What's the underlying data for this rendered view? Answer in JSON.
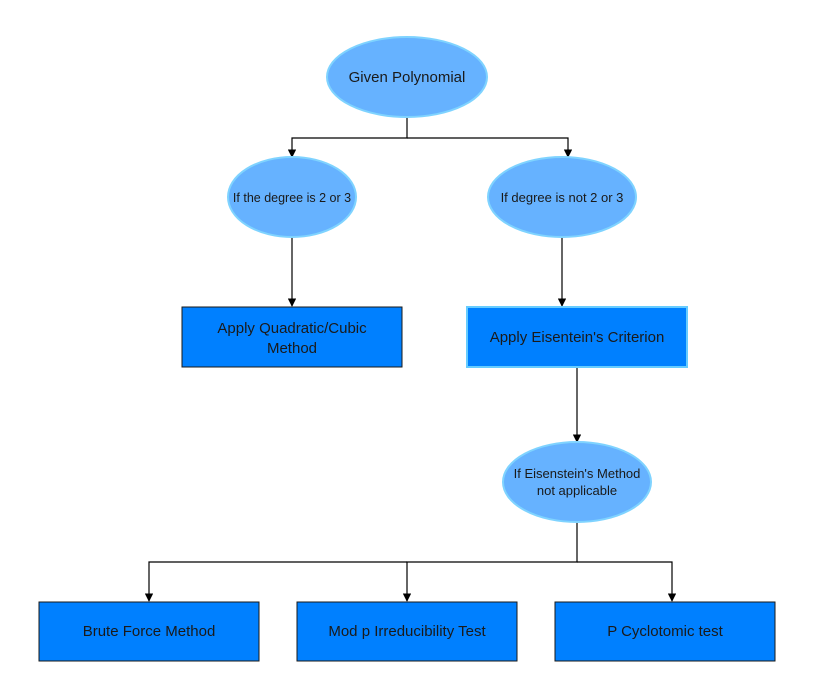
{
  "diagram": {
    "nodes": {
      "root": {
        "label": "Given Polynomial"
      },
      "deg23": {
        "label": "If the degree is 2 or 3"
      },
      "degnot": {
        "label": "If degree is not 2 or 3"
      },
      "quadcubic": {
        "label_line1": "Apply Quadratic/Cubic",
        "label_line2": "Method"
      },
      "eisenstein": {
        "label": "Apply Eisentein's Criterion"
      },
      "notapplicable": {
        "label_line1": "If Eisenstein's Method",
        "label_line2": "not applicable"
      },
      "bruteforce": {
        "label": "Brute Force Method"
      },
      "modp": {
        "label": "Mod p Irreducibility Test"
      },
      "cyclotomic": {
        "label": "P Cyclotomic test"
      }
    }
  },
  "colors": {
    "ellipse_fill": "#66b2ff",
    "rect_fill": "#0080ff",
    "edge": "#000000"
  }
}
